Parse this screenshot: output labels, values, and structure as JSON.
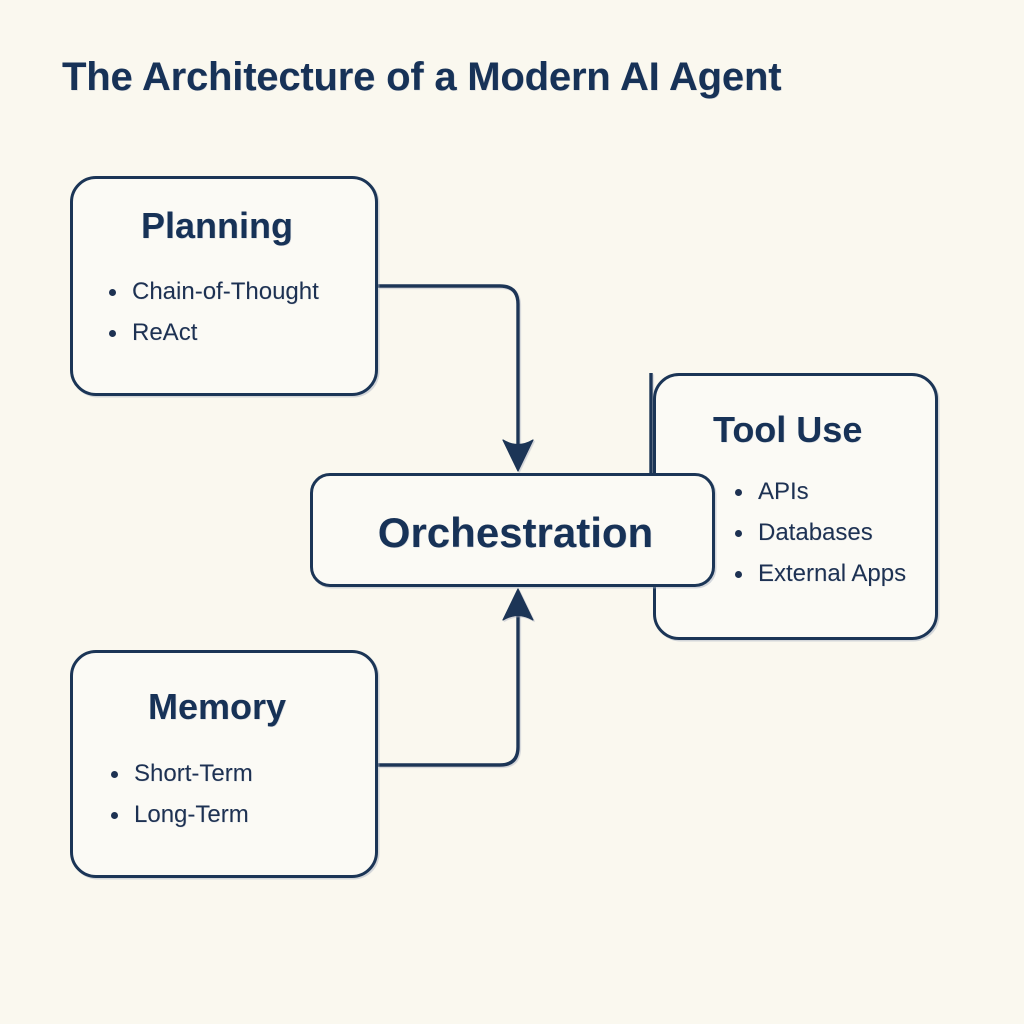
{
  "title": "The Architecture of a Modern AI Agent",
  "colors": {
    "background": "#faf8ef",
    "node_fill": "#fbfaf5",
    "stroke": "#1b3556",
    "title_text": "#173257",
    "body_text": "#1d3152"
  },
  "nodes": {
    "planning": {
      "heading": "Planning",
      "items": [
        "Chain-of-Thought",
        "ReAct"
      ]
    },
    "memory": {
      "heading": "Memory",
      "items": [
        "Short-Term",
        "Long-Term"
      ]
    },
    "tool_use": {
      "heading": "Tool Use",
      "items": [
        "APIs",
        "Databases",
        "External Apps"
      ]
    },
    "orchestration": {
      "heading": "Orchestration"
    }
  },
  "connectors": [
    {
      "name": "planning-to-orchestration",
      "from": "planning",
      "to": "orchestration",
      "arrow": "down"
    },
    {
      "name": "memory-to-orchestration",
      "from": "memory",
      "to": "orchestration",
      "arrow": "up"
    },
    {
      "name": "tooluse-to-orchestration",
      "from": "tool_use",
      "to": "orchestration",
      "arrow": "none"
    }
  ]
}
